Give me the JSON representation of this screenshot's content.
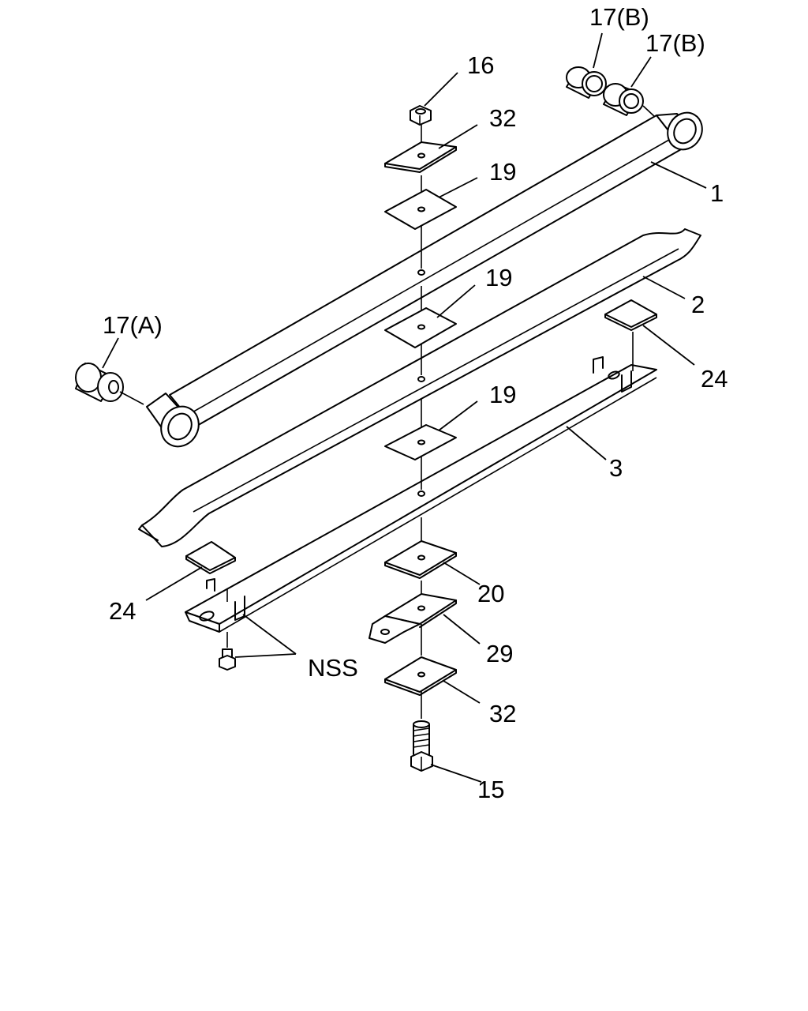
{
  "callouts": {
    "bushing_b_upper": "17(B)",
    "bushing_b_lower": "17(B)",
    "bushing_a": "17(A)",
    "nut": "16",
    "plate_32_top": "32",
    "pad_19_top": "19",
    "pad_19_mid": "19",
    "pad_19_low": "19",
    "leaf_1": "1",
    "leaf_2": "2",
    "leaf_3": "3",
    "pad_24_right": "24",
    "pad_24_left": "24",
    "plate_20": "20",
    "bracket_29": "29",
    "plate_32_bottom": "32",
    "bolt_15": "15",
    "nss": "NSS"
  }
}
